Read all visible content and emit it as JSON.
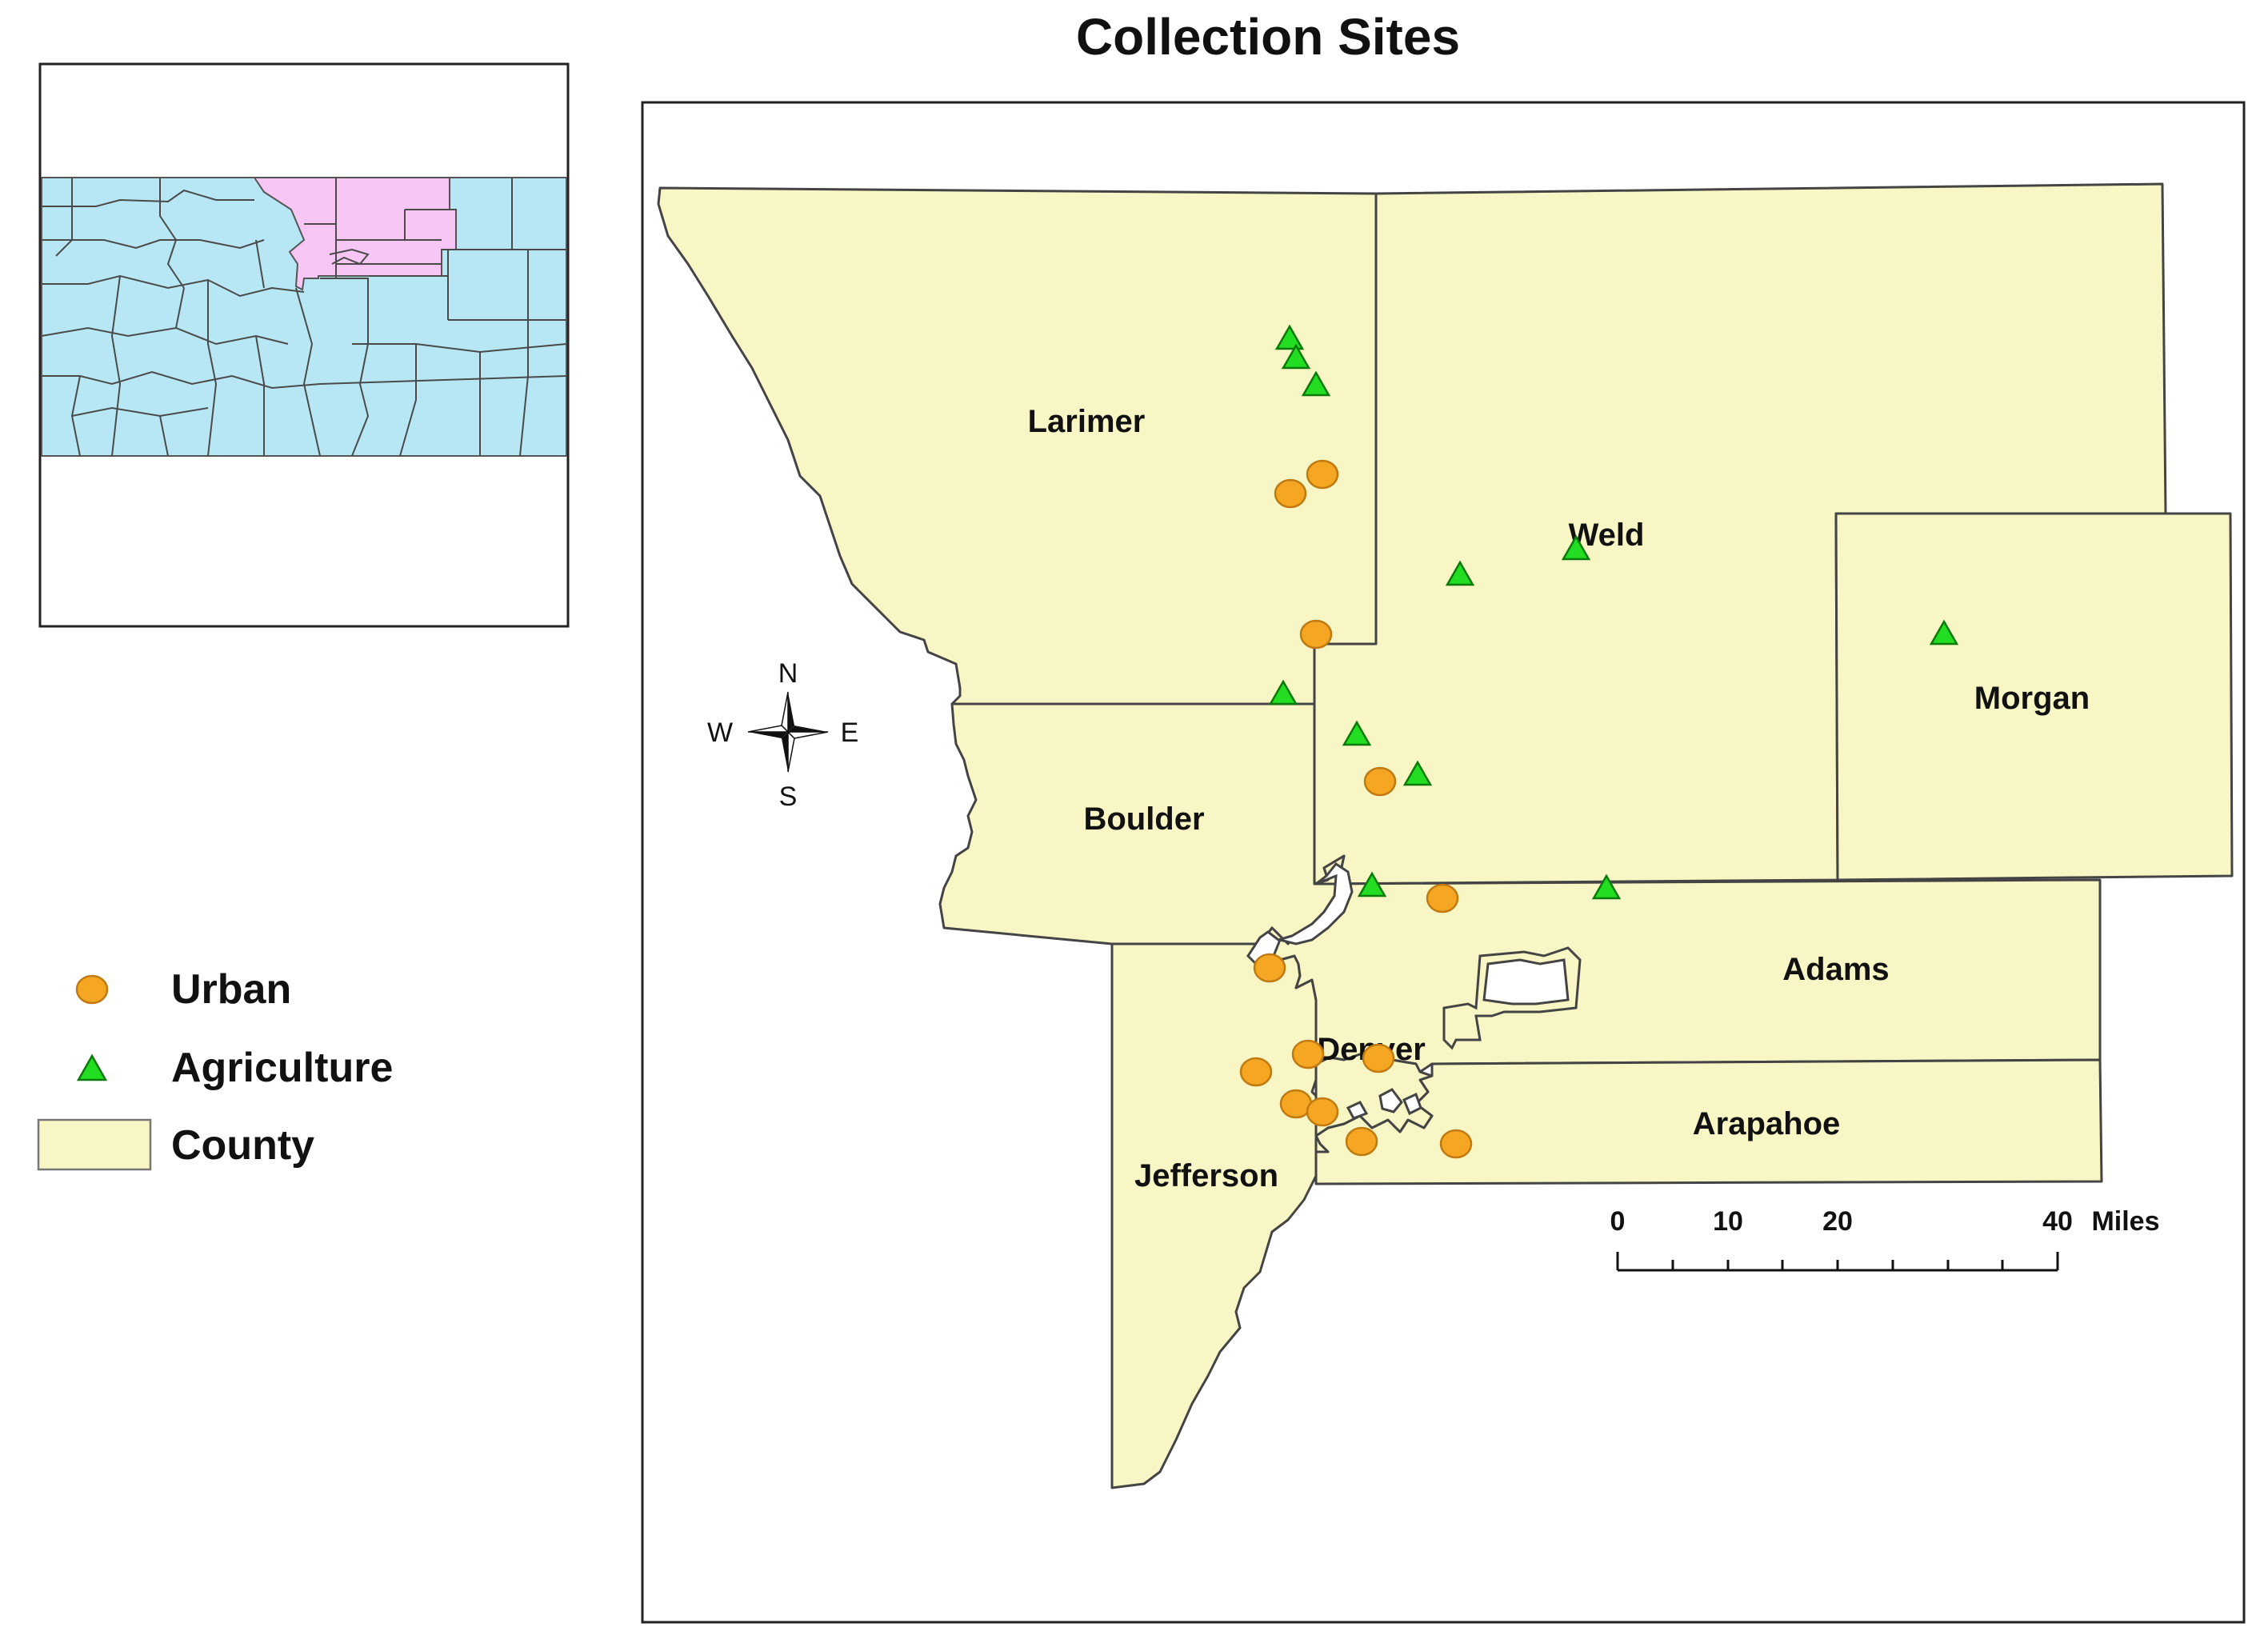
{
  "title": "Collection Sites",
  "colors": {
    "county_fill": "#f8f6c4",
    "urban": "#f5a623",
    "agriculture": "#22dd22",
    "inset_state": "#b7e6f5",
    "inset_study": "#f7c6f5"
  },
  "counties": [
    {
      "name": "Larimer"
    },
    {
      "name": "Weld"
    },
    {
      "name": "Morgan"
    },
    {
      "name": "Boulder"
    },
    {
      "name": "Adams"
    },
    {
      "name": "Denver"
    },
    {
      "name": "Arapahoe"
    },
    {
      "name": "Jefferson"
    }
  ],
  "compass": {
    "n": "N",
    "s": "S",
    "e": "E",
    "w": "W"
  },
  "scale_bar": {
    "ticks": [
      "0",
      "10",
      "20",
      "40"
    ],
    "unit": "Miles"
  },
  "legend": [
    {
      "label": "Urban",
      "symbol": "circle",
      "icon": "urban-circle-icon"
    },
    {
      "label": "Agriculture",
      "symbol": "triangle",
      "icon": "agriculture-triangle-icon"
    },
    {
      "label": "County",
      "symbol": "rect",
      "icon": "county-swatch-icon"
    }
  ]
}
